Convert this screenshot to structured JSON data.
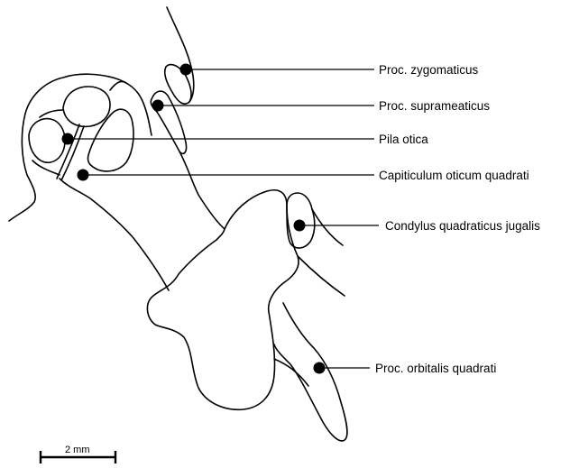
{
  "labels": {
    "proc_zygomaticus": "Proc. zygomaticus",
    "proc_suprameaticus": "Proc. suprameaticus",
    "pila_otica": "Pila otica",
    "capiticulum_oticum_quadrati": "Capiticulum oticum quadrati",
    "condylus_quadraticus_jugalis": "Condylus quadraticus jugalis",
    "proc_orbitalis_quadrati": "Proc. orbitalis quadrati"
  },
  "scale_bar": {
    "label": "2 mm"
  },
  "colors": {
    "ink": "#000000",
    "background": "#ffffff"
  }
}
